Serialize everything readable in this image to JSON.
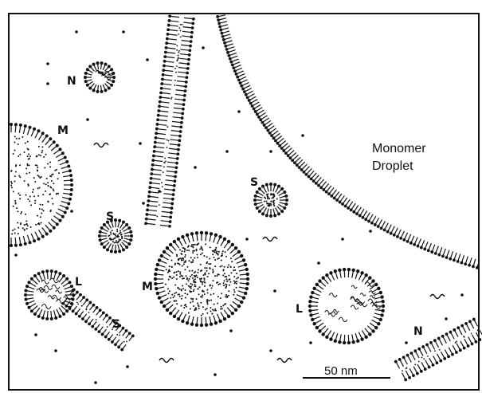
{
  "figure": {
    "ink_color": "#111111",
    "paper_color": "#ffffff",
    "labels": {
      "n1": "N",
      "m1": "M",
      "s1": "S",
      "s2": "S",
      "l1": "L",
      "s3": "S",
      "m2": "M",
      "l2": "L",
      "n2": "N"
    },
    "droplet_label_line1": "Monomer",
    "droplet_label_line2": "Droplet",
    "scale_bar_label": "50 nm"
  }
}
